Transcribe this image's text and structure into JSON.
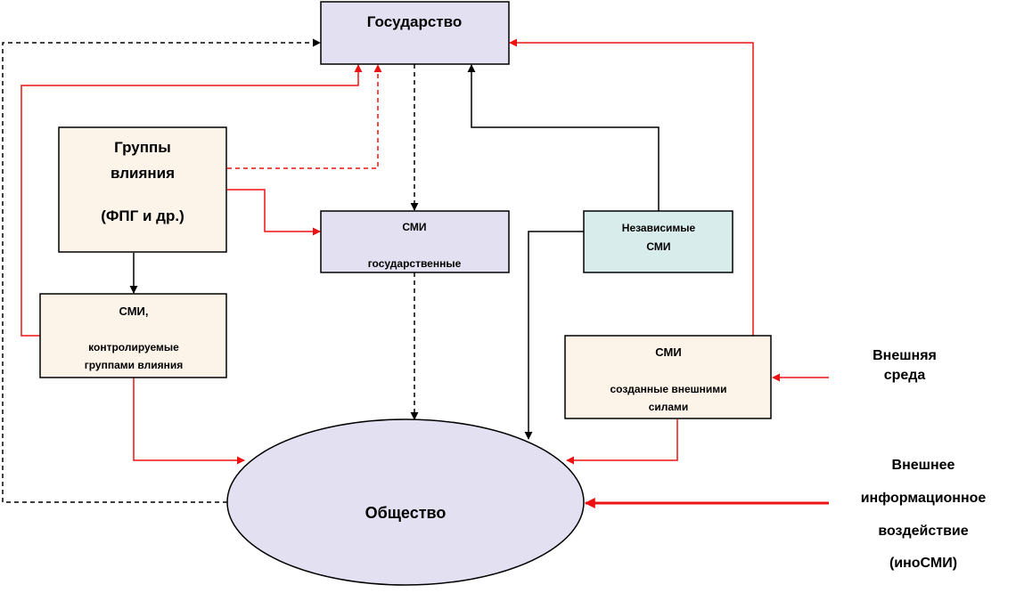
{
  "colors": {
    "red": "#ee1111",
    "black": "#000000",
    "state_fill": "#e3e1f1",
    "smi_state_fill": "#e3e1f1",
    "independent_fill": "#d8ecec",
    "cream_fill": "#fdf4e9",
    "society_fill": "#e3e1f1"
  },
  "nodes": {
    "state": {
      "label": "Государство"
    },
    "groups": {
      "line1": "Группы",
      "line2": "влияния",
      "line3": "(ФПГ и др.)"
    },
    "smi_state": {
      "line1": "СМИ",
      "line2": "государственные"
    },
    "independent": {
      "line1": "Независимые",
      "line2": "СМИ"
    },
    "smi_controlled": {
      "line1": "СМИ,",
      "line2": "контролируемые",
      "line3": "группами влияния"
    },
    "smi_external": {
      "line1": "СМИ",
      "line2": "созданные внешними",
      "line3": "силами"
    },
    "society": {
      "label": "Общество"
    }
  },
  "side_labels": {
    "external_env": {
      "line1": "Внешняя",
      "line2": "среда"
    },
    "external_info": {
      "line1": "Внешнее",
      "line2": "информационное",
      "line3": "воздействие",
      "line4": "(иноСМИ)"
    }
  }
}
